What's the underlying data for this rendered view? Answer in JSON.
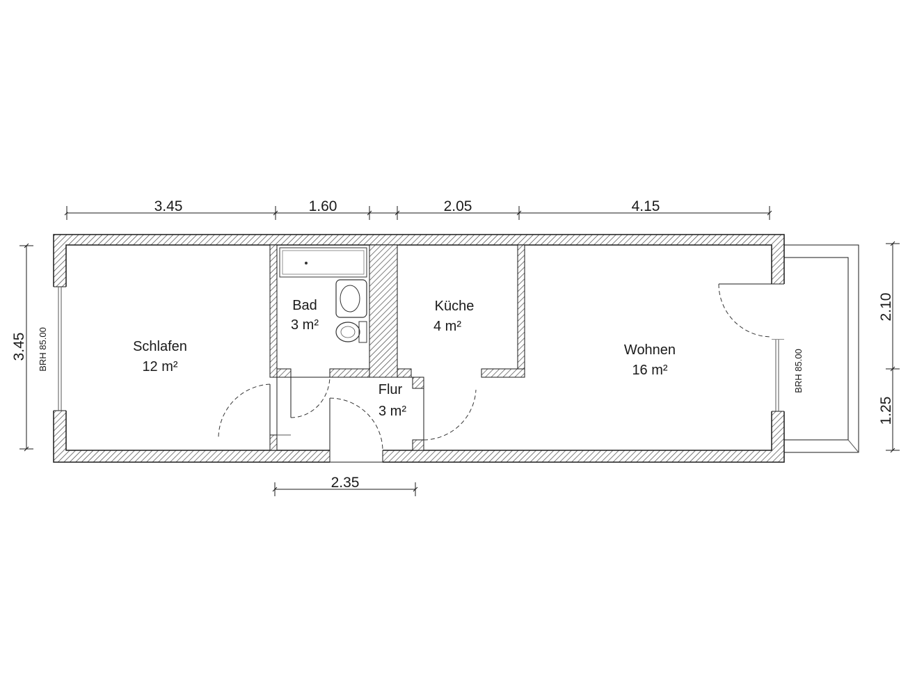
{
  "rooms": [
    {
      "name": "Schlafen",
      "area": "12 m²"
    },
    {
      "name": "Bad",
      "area": "3 m²"
    },
    {
      "name": "Küche",
      "area": "4 m²"
    },
    {
      "name": "Wohnen",
      "area": "16 m²"
    },
    {
      "name": "Flur",
      "area": "3 m²"
    }
  ],
  "dimensions": {
    "top": [
      "3.45",
      "1.60",
      "2.05",
      "4.15"
    ],
    "bottom": "2.35",
    "left": "3.45",
    "right": [
      "2.10",
      "1.25"
    ]
  },
  "windows": {
    "left_brh": "BRH 85.00",
    "right_brh": "BRH 85.00"
  }
}
